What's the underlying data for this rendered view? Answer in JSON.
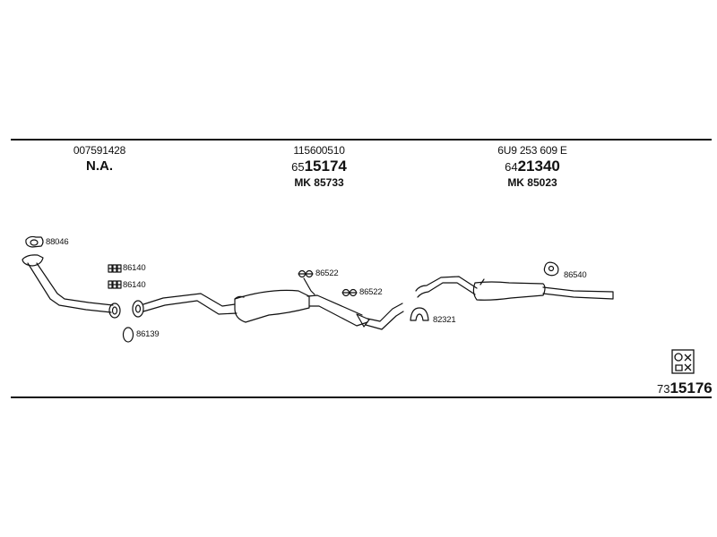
{
  "columns": [
    {
      "part_number": "007591428",
      "status": "N.A."
    },
    {
      "part_number": "115600510",
      "ref_prefix": "65",
      "ref_number": "15174",
      "mk": "MK  85733"
    },
    {
      "part_number": "6U9 253 609 E",
      "ref_prefix": "64",
      "ref_number": "21340",
      "mk": "MK  85023"
    }
  ],
  "labels": [
    "88046",
    "86140",
    "86140",
    "86139",
    "86522",
    "86522",
    "82321",
    "86540"
  ],
  "catalog": {
    "prefix": "73",
    "number": "15176"
  },
  "icons": [
    "gasket-icon",
    "bolt-icon",
    "ring-icon",
    "clamp-icon",
    "hanger-icon",
    "mounting-rubber-icon",
    "catalog-symbol-icon"
  ]
}
